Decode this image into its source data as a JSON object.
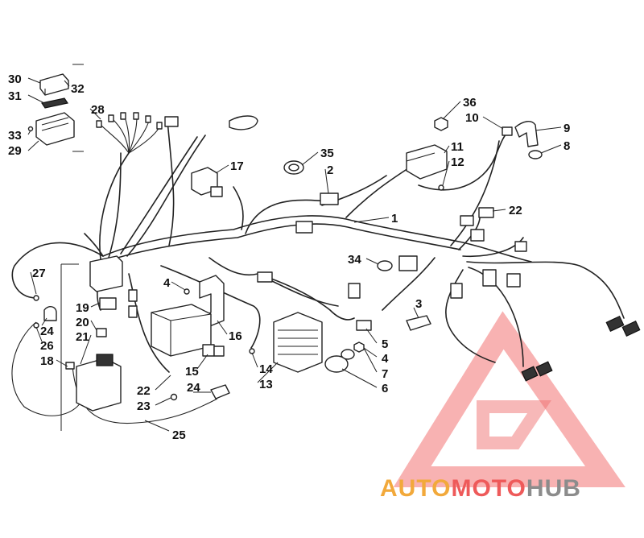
{
  "callouts": [
    {
      "id": "30",
      "label": "30"
    },
    {
      "id": "32",
      "label": "32"
    },
    {
      "id": "31",
      "label": "31"
    },
    {
      "id": "28",
      "label": "28"
    },
    {
      "id": "33",
      "label": "33"
    },
    {
      "id": "29",
      "label": "29"
    },
    {
      "id": "36",
      "label": "36"
    },
    {
      "id": "10",
      "label": "10"
    },
    {
      "id": "9",
      "label": "9"
    },
    {
      "id": "8",
      "label": "8"
    },
    {
      "id": "35",
      "label": "35"
    },
    {
      "id": "11",
      "label": "11"
    },
    {
      "id": "12",
      "label": "12"
    },
    {
      "id": "17",
      "label": "17"
    },
    {
      "id": "2",
      "label": "2"
    },
    {
      "id": "22a",
      "label": "22"
    },
    {
      "id": "1",
      "label": "1"
    },
    {
      "id": "27",
      "label": "27"
    },
    {
      "id": "34",
      "label": "34"
    },
    {
      "id": "4a",
      "label": "4"
    },
    {
      "id": "19",
      "label": "19"
    },
    {
      "id": "20",
      "label": "20"
    },
    {
      "id": "21",
      "label": "21"
    },
    {
      "id": "24a",
      "label": "24"
    },
    {
      "id": "26",
      "label": "26"
    },
    {
      "id": "18",
      "label": "18"
    },
    {
      "id": "16",
      "label": "16"
    },
    {
      "id": "3",
      "label": "3"
    },
    {
      "id": "5",
      "label": "5"
    },
    {
      "id": "4b",
      "label": "4"
    },
    {
      "id": "7",
      "label": "7"
    },
    {
      "id": "6",
      "label": "6"
    },
    {
      "id": "14",
      "label": "14"
    },
    {
      "id": "13",
      "label": "13"
    },
    {
      "id": "15",
      "label": "15"
    },
    {
      "id": "22b",
      "label": "22"
    },
    {
      "id": "23",
      "label": "23"
    },
    {
      "id": "24b",
      "label": "24"
    },
    {
      "id": "25",
      "label": "25"
    }
  ],
  "watermark": {
    "part1": "AUTO",
    "part2": "MOTO",
    "part3": "HUB",
    "color_orange": "#f2a93b",
    "color_red": "#ee5a5a",
    "color_grey": "#8c8c8c"
  }
}
